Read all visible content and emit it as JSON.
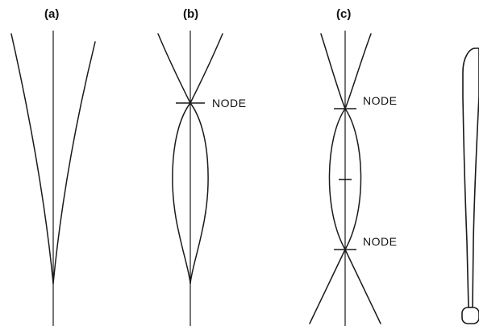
{
  "panels": {
    "a": {
      "label": "(a)"
    },
    "b": {
      "label": "(b)",
      "node_labels": [
        "NODE"
      ]
    },
    "c": {
      "label": "(c)",
      "node_labels": [
        "NODE",
        "NODE"
      ]
    }
  },
  "colors": {
    "ink": "#1a1a1a",
    "background": "#ffffff"
  }
}
